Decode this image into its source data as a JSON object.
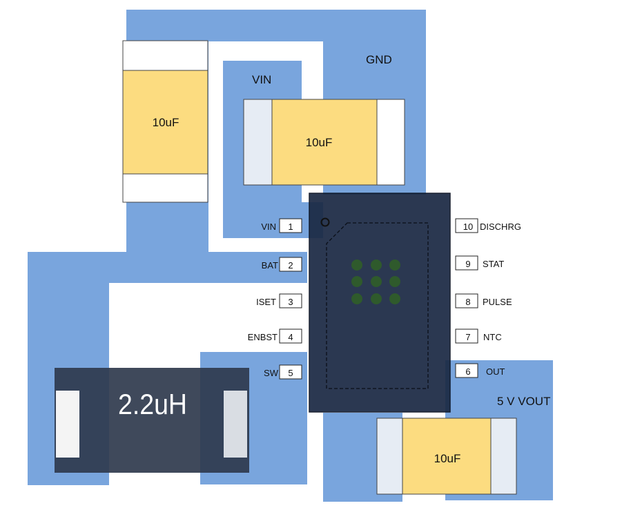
{
  "labels": {
    "gnd": "GND",
    "vin": "VIN",
    "vout": "5 V VOUT"
  },
  "components": {
    "cap_top_left": "10uF",
    "cap_vin": "10uF",
    "cap_out": "10uF",
    "inductor": "2.2uH"
  },
  "pins_left": [
    {
      "num": "1",
      "name": "VIN"
    },
    {
      "num": "2",
      "name": "BAT"
    },
    {
      "num": "3",
      "name": "ISET"
    },
    {
      "num": "4",
      "name": "ENBST"
    },
    {
      "num": "5",
      "name": "SW"
    }
  ],
  "pins_right": [
    {
      "num": "10",
      "name": "DISCHRG"
    },
    {
      "num": "9",
      "name": "STAT"
    },
    {
      "num": "8",
      "name": "PULSE"
    },
    {
      "num": "7",
      "name": "NTC"
    },
    {
      "num": "6",
      "name": "OUT"
    }
  ],
  "colors": {
    "copper": "#79a5dd",
    "cap_body": "#fcdc80",
    "ic_body": "#1b2a44",
    "inductor_body": "#2f3a4d",
    "via": "#2f5a2c"
  }
}
